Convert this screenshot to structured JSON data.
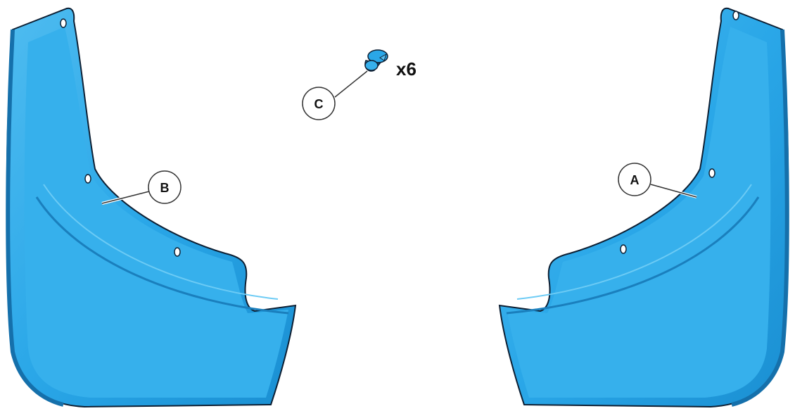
{
  "callouts": {
    "a": "A",
    "b": "B",
    "c": "C"
  },
  "fastener_quantity": "x6",
  "colors": {
    "part_fill": "#2aa7e8",
    "part_light": "#5cc2f2",
    "part_dark": "#1780be",
    "outline": "#0d1f33",
    "callout_stroke": "#333333"
  },
  "icons": {
    "left_part": "left-mud-flap-illustration",
    "right_part": "right-mud-flap-illustration",
    "fastener": "push-pin-clip-icon"
  }
}
